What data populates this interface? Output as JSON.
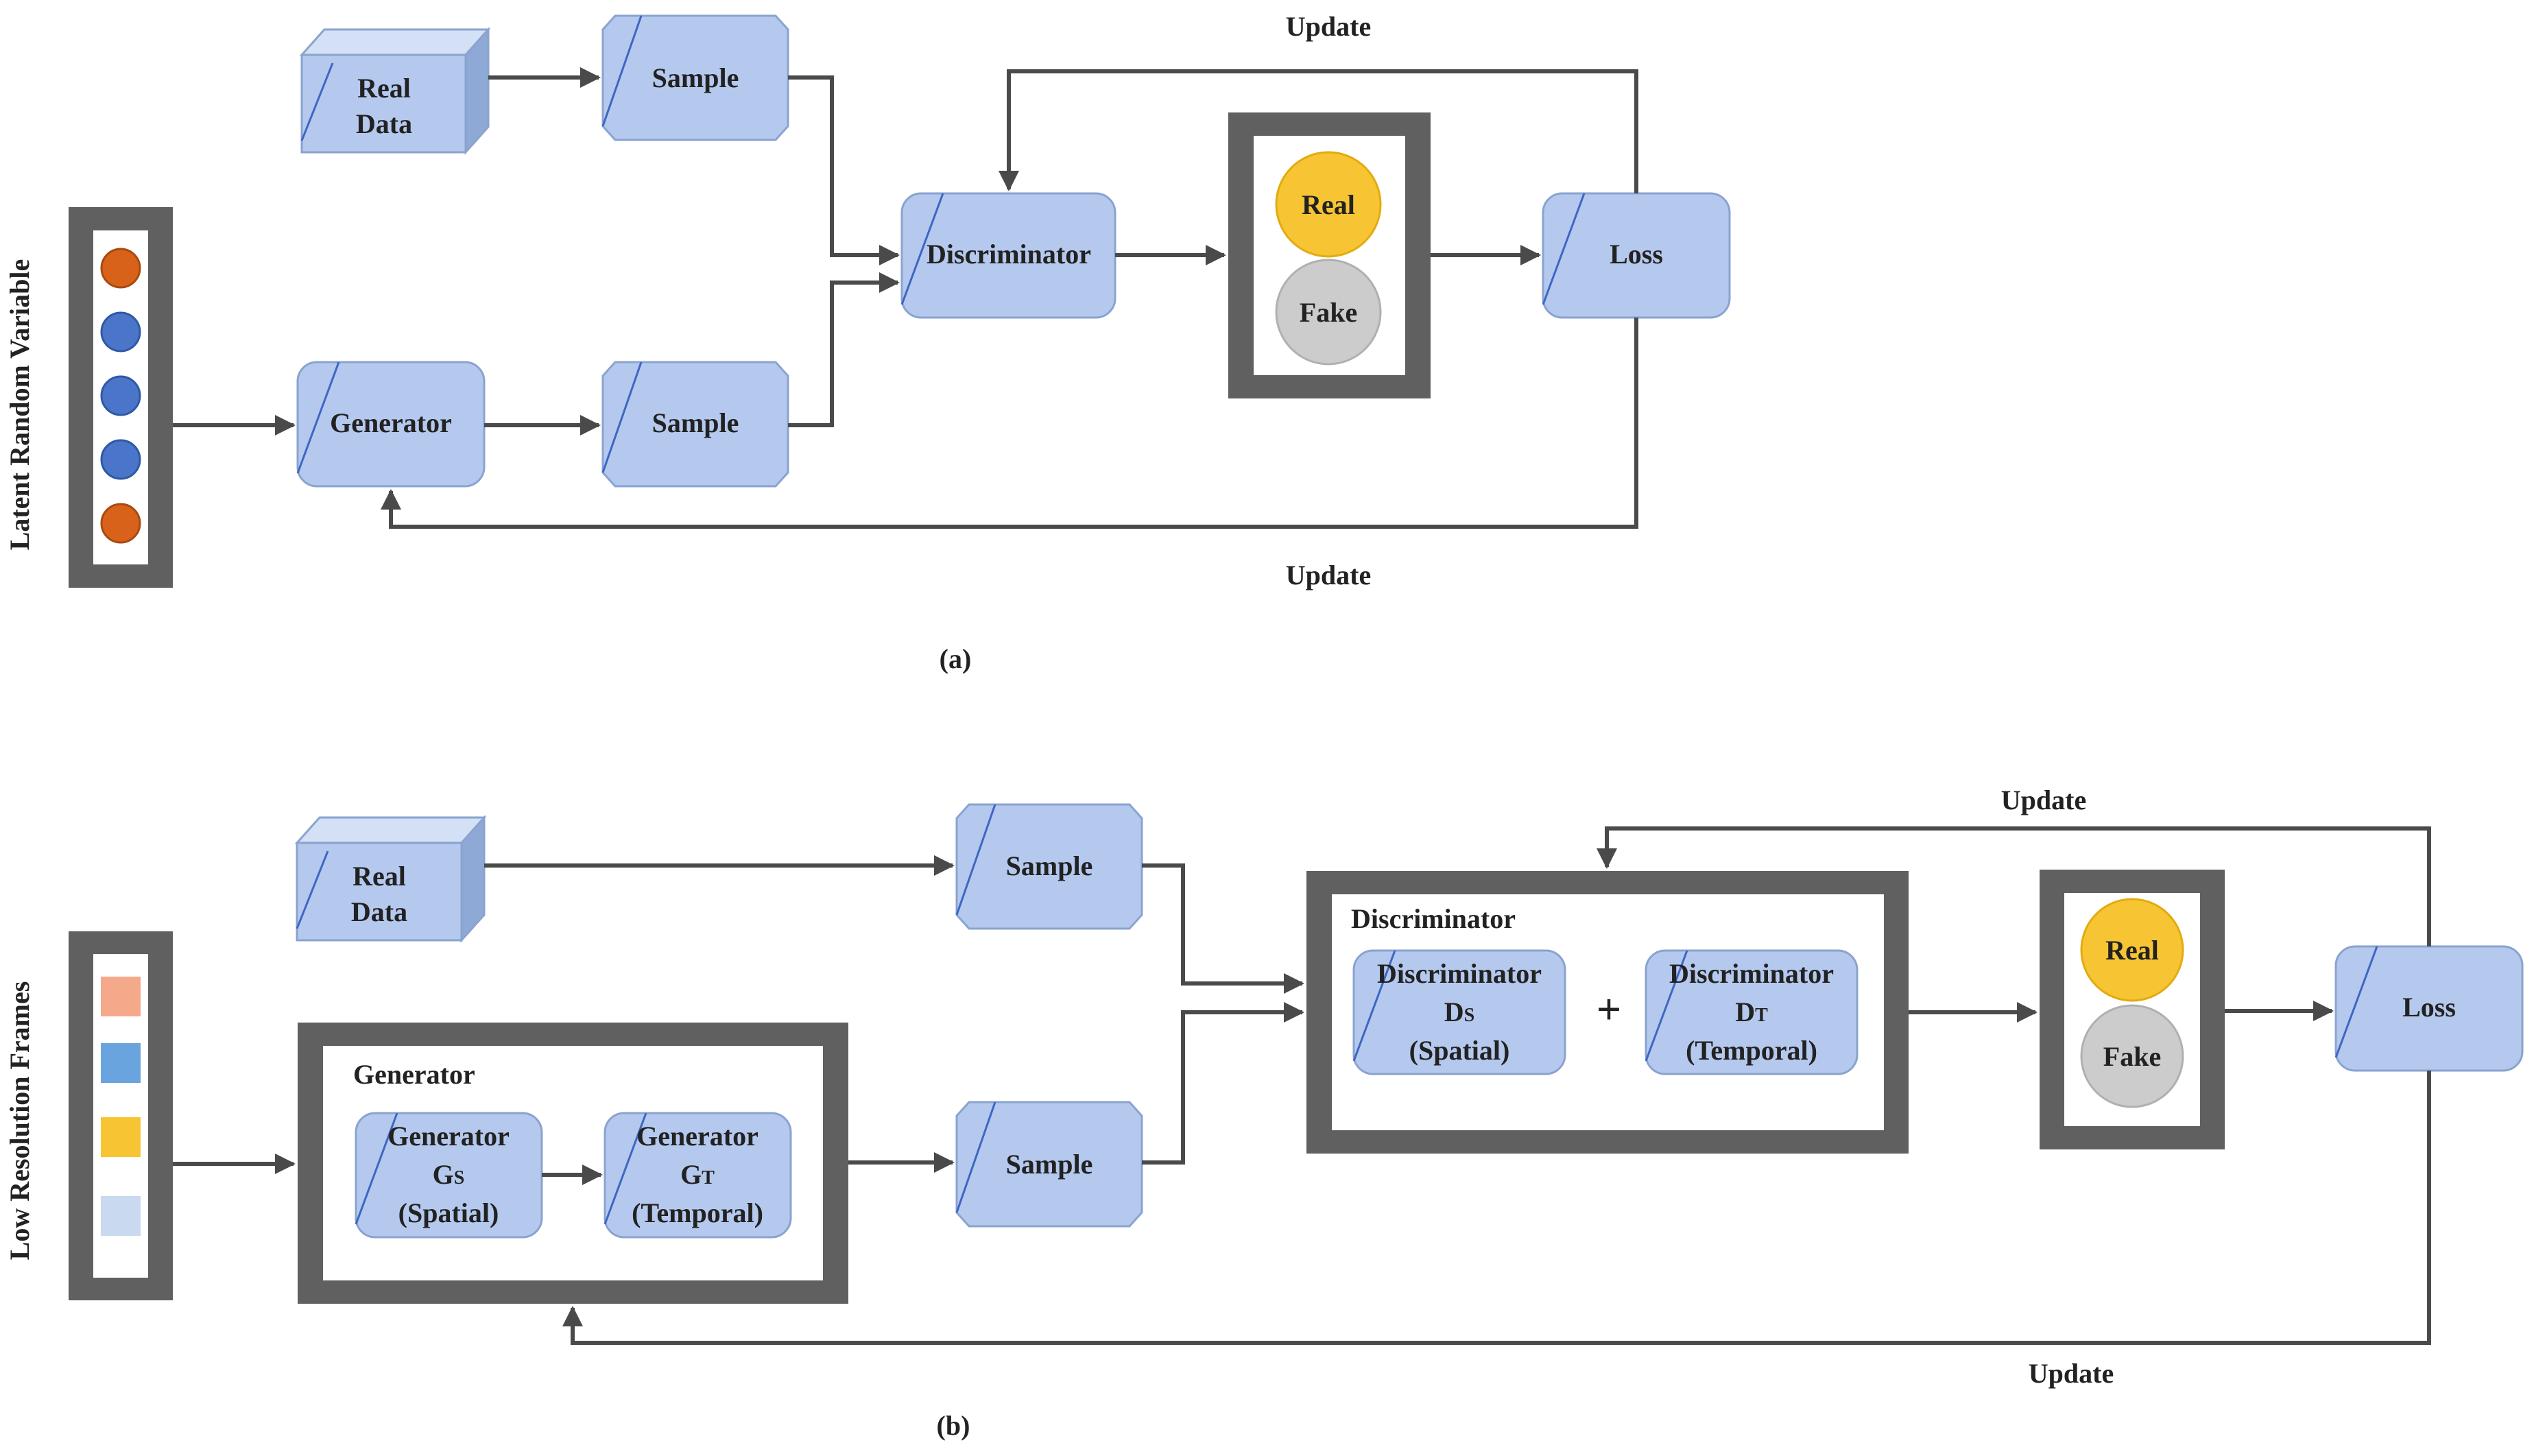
{
  "colors": {
    "node_fill": "#b5c9ee",
    "node_stroke": "#8aa3cf",
    "diag_line": "#3f66c4",
    "frame": "#606060",
    "edge": "#4a4a4a",
    "orange": "#d9621a",
    "blue": "#4a75c9",
    "gold": "#f7c533",
    "gray_fake": "#cccccc",
    "peach": "#f4a98b",
    "sky": "#6aa4de",
    "pale": "#c8d9f0"
  },
  "panel_a": {
    "caption": "(a)",
    "side_label": "Latent Random Variable",
    "real_data": [
      "Real",
      "Data"
    ],
    "sample_top": "Sample",
    "generator": "Generator",
    "sample_bottom": "Sample",
    "discriminator": "Discriminator",
    "real": "Real",
    "fake": "Fake",
    "loss": "Loss",
    "update_top": "Update",
    "update_bottom": "Update"
  },
  "panel_b": {
    "caption": "(b)",
    "side_label": "Low Resolution Frames",
    "real_data": [
      "Real",
      "Data"
    ],
    "sample_top": "Sample",
    "sample_bottom": "Sample",
    "generator_title": "Generator",
    "gen_spatial": [
      "Generator",
      "G",
      "S",
      "(Spatial)"
    ],
    "gen_temporal": [
      "Generator",
      "G",
      "T",
      "(Temporal)"
    ],
    "discriminator_title": "Discriminator",
    "disc_spatial": [
      "Discriminator",
      "D",
      "S",
      "(Spatial)"
    ],
    "disc_temporal": [
      "Discriminator",
      "D",
      "T",
      "(Temporal)"
    ],
    "plus": "+",
    "real": "Real",
    "fake": "Fake",
    "loss": "Loss",
    "update_top": "Update",
    "update_bottom": "Update"
  }
}
